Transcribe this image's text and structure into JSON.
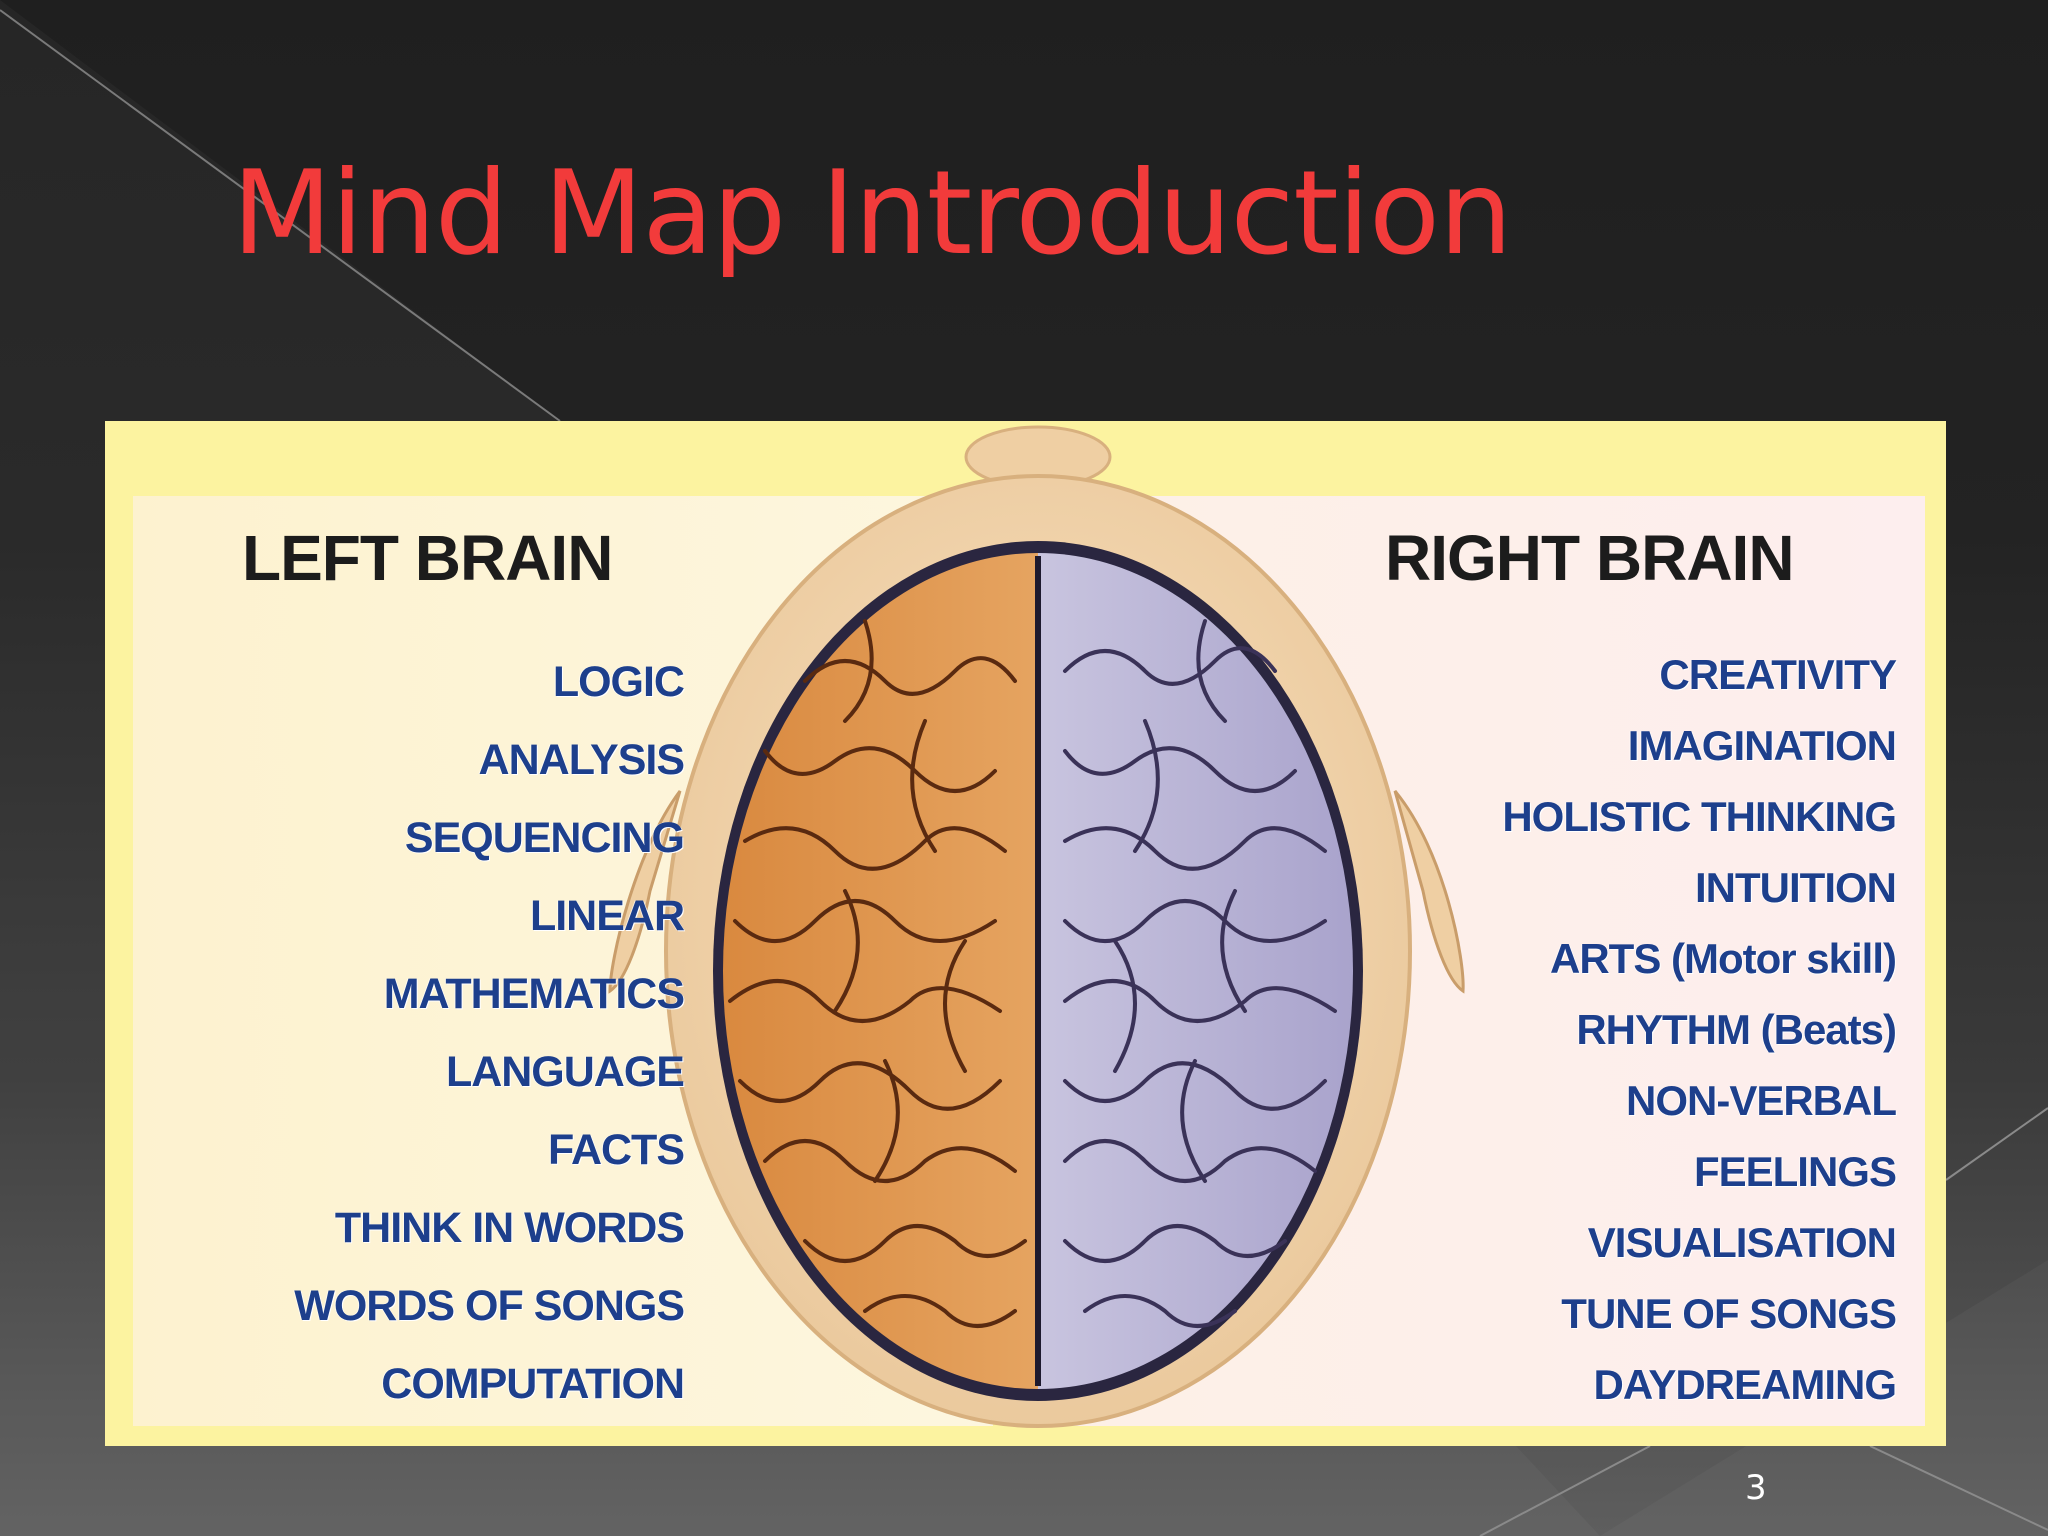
{
  "slide": {
    "title": "Mind Map Introduction",
    "number": "3"
  },
  "diagram": {
    "left": {
      "heading": "LEFT BRAIN",
      "traits": [
        "LOGIC",
        "ANALYSIS",
        "SEQUENCING",
        "LINEAR",
        "MATHEMATICS",
        "LANGUAGE",
        "FACTS",
        "THINK IN WORDS",
        "WORDS OF SONGS",
        "COMPUTATION"
      ]
    },
    "right": {
      "heading": "RIGHT BRAIN",
      "traits": [
        "CREATIVITY",
        "IMAGINATION",
        "HOLISTIC THINKING",
        "INTUITION",
        "ARTS (Motor skill)",
        "RHYTHM (Beats)",
        "NON-VERBAL",
        "FEELINGS",
        "VISUALISATION",
        "TUNE OF SONGS",
        "DAYDREAMING"
      ]
    }
  },
  "colors": {
    "title": "#f23b3b",
    "trait_text": "#1d3f8c",
    "panel_bg": "#fcf3a0",
    "left_hemisphere": "#e8a561",
    "right_hemisphere": "#c9c4de"
  }
}
